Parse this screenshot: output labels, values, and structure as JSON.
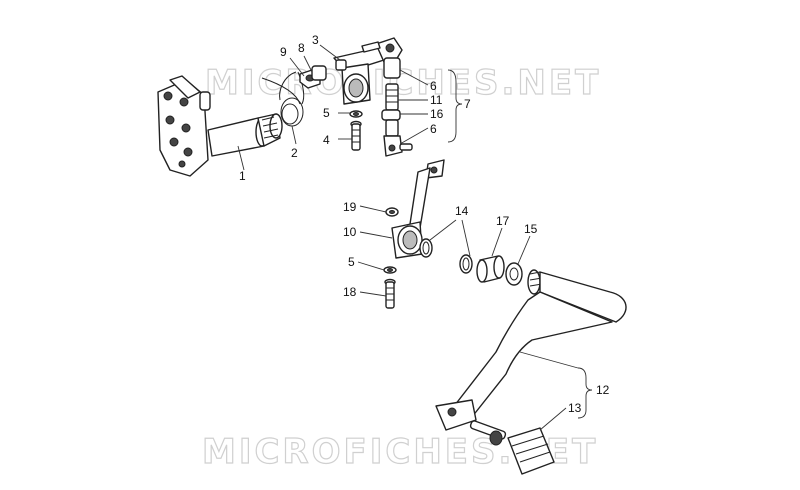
{
  "watermark": "MICROFICHES.NET",
  "callouts": [
    {
      "id": "c1",
      "text": "1"
    },
    {
      "id": "c2",
      "text": "2"
    },
    {
      "id": "c3",
      "text": "3"
    },
    {
      "id": "c4",
      "text": "4"
    },
    {
      "id": "c5a",
      "text": "5"
    },
    {
      "id": "c6a",
      "text": "6"
    },
    {
      "id": "c6b",
      "text": "6"
    },
    {
      "id": "c7",
      "text": "7"
    },
    {
      "id": "c8",
      "text": "8"
    },
    {
      "id": "c9",
      "text": "9"
    },
    {
      "id": "c11",
      "text": "11"
    },
    {
      "id": "c16",
      "text": "16"
    },
    {
      "id": "c19",
      "text": "19"
    },
    {
      "id": "c10",
      "text": "10"
    },
    {
      "id": "c5b",
      "text": "5"
    },
    {
      "id": "c18",
      "text": "18"
    },
    {
      "id": "c14",
      "text": "14"
    },
    {
      "id": "c17",
      "text": "17"
    },
    {
      "id": "c15",
      "text": "15"
    },
    {
      "id": "c12",
      "text": "12"
    },
    {
      "id": "c13",
      "text": "13"
    }
  ]
}
